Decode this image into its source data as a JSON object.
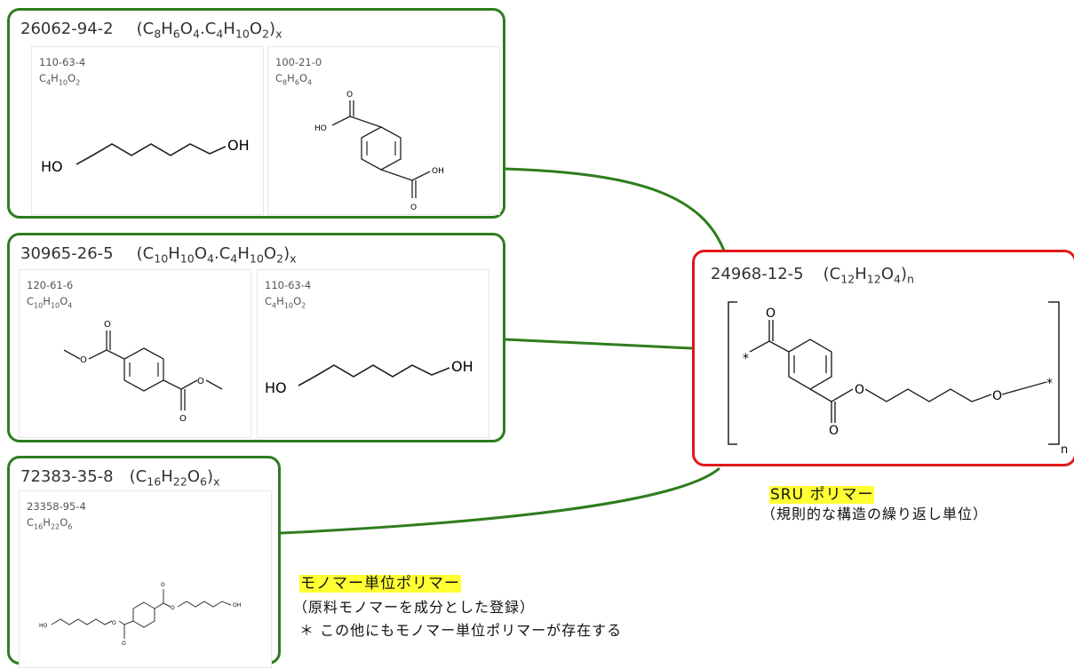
{
  "box1": {
    "cas": "26062-94-2",
    "formula_html": "(C<sub>8</sub>H<sub>6</sub>O<sub>4</sub>.C<sub>4</sub>H<sub>10</sub>O<sub>2</sub>)<sub>x</sub>",
    "cards": [
      {
        "cas": "110-63-4",
        "formula_html": "C<sub>4</sub>H<sub>10</sub>O<sub>2</sub>",
        "labels": [
          "HO",
          "OH"
        ]
      },
      {
        "cas": "100-21-0",
        "formula_html": "C<sub>8</sub>H<sub>6</sub>O<sub>4</sub>",
        "labels": [
          "O",
          "HO",
          "O",
          "OH"
        ]
      }
    ]
  },
  "box2": {
    "cas": "30965-26-5",
    "formula_html": "(C<sub>10</sub>H<sub>10</sub>O<sub>4</sub>.C<sub>4</sub>H<sub>10</sub>O<sub>2</sub>)<sub>x</sub>",
    "cards": [
      {
        "cas": "120-61-6",
        "formula_html": "C<sub>10</sub>H<sub>10</sub>O<sub>4</sub>",
        "labels": [
          "O",
          "O",
          "O",
          "O"
        ]
      },
      {
        "cas": "110-63-4",
        "formula_html": "C<sub>4</sub>H<sub>10</sub>O<sub>2</sub>",
        "labels": [
          "HO",
          "OH"
        ]
      }
    ]
  },
  "box3": {
    "cas": "72383-35-8",
    "formula_html": "(C<sub>16</sub>H<sub>22</sub>O<sub>6</sub>)<sub>x</sub>",
    "cards": [
      {
        "cas": "23358-95-4",
        "formula_html": "C<sub>16</sub>H<sub>22</sub>O<sub>6</sub>",
        "labels": [
          "HO",
          "O",
          "O",
          "O",
          "O",
          "OH"
        ]
      }
    ]
  },
  "sru": {
    "cas": "24968-12-5",
    "formula_html": "(C<sub>12</sub>H<sub>12</sub>O<sub>4</sub>)<sub>n</sub>",
    "labels": [
      "*",
      "O",
      "O",
      "O",
      "O",
      "*",
      "n"
    ],
    "title": "SRU ポリマー",
    "subtitle": "（規則的な構造の繰り返し単位）"
  },
  "monomer_note": {
    "title": "モノマー単位ポリマー",
    "line1": "（原料モノマーを成分とした登録）",
    "line2": "＊ この他にもモノマー単位ポリマーが存在する"
  },
  "colors": {
    "group_border": "#2e7d1e",
    "sru_border": "#e01919",
    "highlight": "#ffff33"
  }
}
